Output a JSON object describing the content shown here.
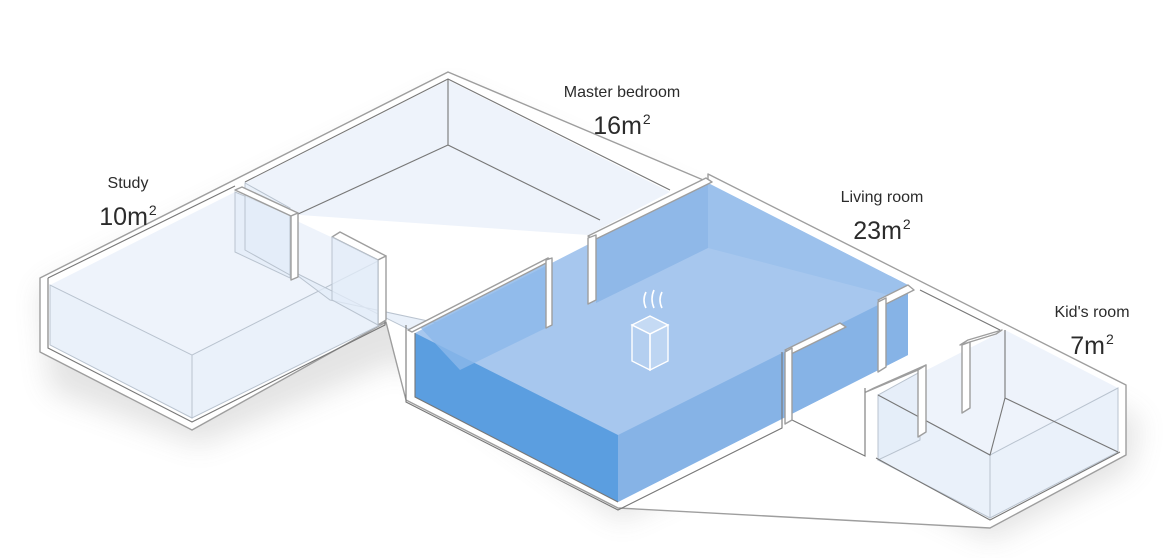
{
  "rooms": [
    {
      "name": "Study",
      "area": "10m",
      "unit_sup": "2"
    },
    {
      "name": "Master bedroom",
      "area": "16m",
      "unit_sup": "2"
    },
    {
      "name": "Living room",
      "area": "23m",
      "unit_sup": "2"
    },
    {
      "name": "Kid's room",
      "area": "7m",
      "unit_sup": "2"
    }
  ],
  "highlight_room": "Living room",
  "colors": {
    "highlight_fill": "#5b9ee0",
    "highlight_light": "#a9c9ee",
    "room_tint": "#e3ecf8",
    "wall": "#ffffff",
    "wall_stroke": "#9e9e9e"
  },
  "device_icon": "air-purifier-icon"
}
